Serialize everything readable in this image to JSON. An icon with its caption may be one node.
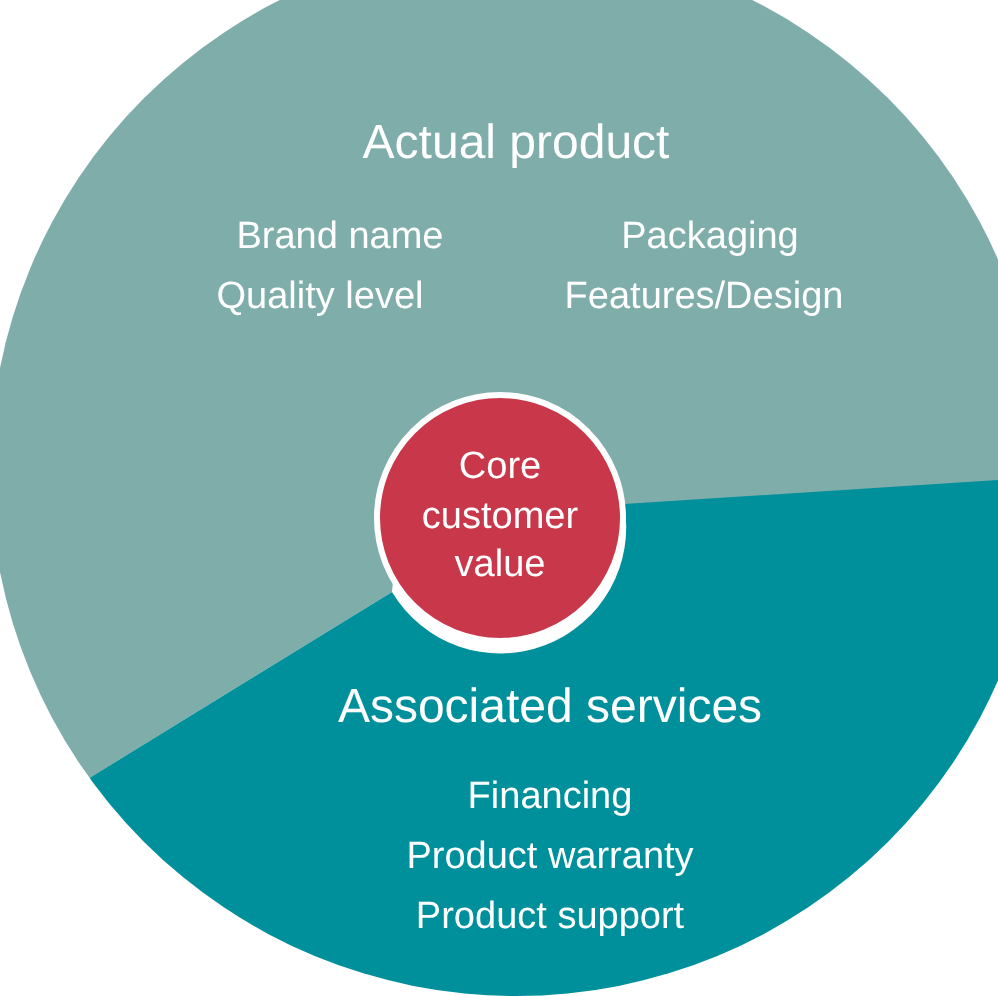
{
  "diagram": {
    "nodes": [
      {
        "text": [
          "Actual product",
          "Brand name",
          "Packaging",
          "Quality level",
          "Features/Design"
        ]
      },
      {
        "text": [
          "Core customer value"
        ]
      },
      {
        "text": [
          "Associated services",
          "Financing",
          "Product warranty",
          "Product support"
        ]
      }
    ]
  }
}
